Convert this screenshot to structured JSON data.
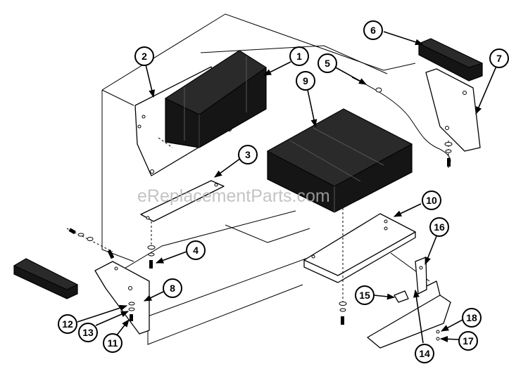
{
  "watermark": "eReplacementParts.com",
  "callouts": [
    {
      "label": "1"
    },
    {
      "label": "2"
    },
    {
      "label": "3"
    },
    {
      "label": "4"
    },
    {
      "label": "5"
    },
    {
      "label": "6"
    },
    {
      "label": "7"
    },
    {
      "label": "8"
    },
    {
      "label": "9"
    },
    {
      "label": "10"
    },
    {
      "label": "11"
    },
    {
      "label": "12"
    },
    {
      "label": "13"
    },
    {
      "label": "14"
    },
    {
      "label": "15"
    },
    {
      "label": "16"
    },
    {
      "label": "17"
    },
    {
      "label": "18"
    }
  ]
}
